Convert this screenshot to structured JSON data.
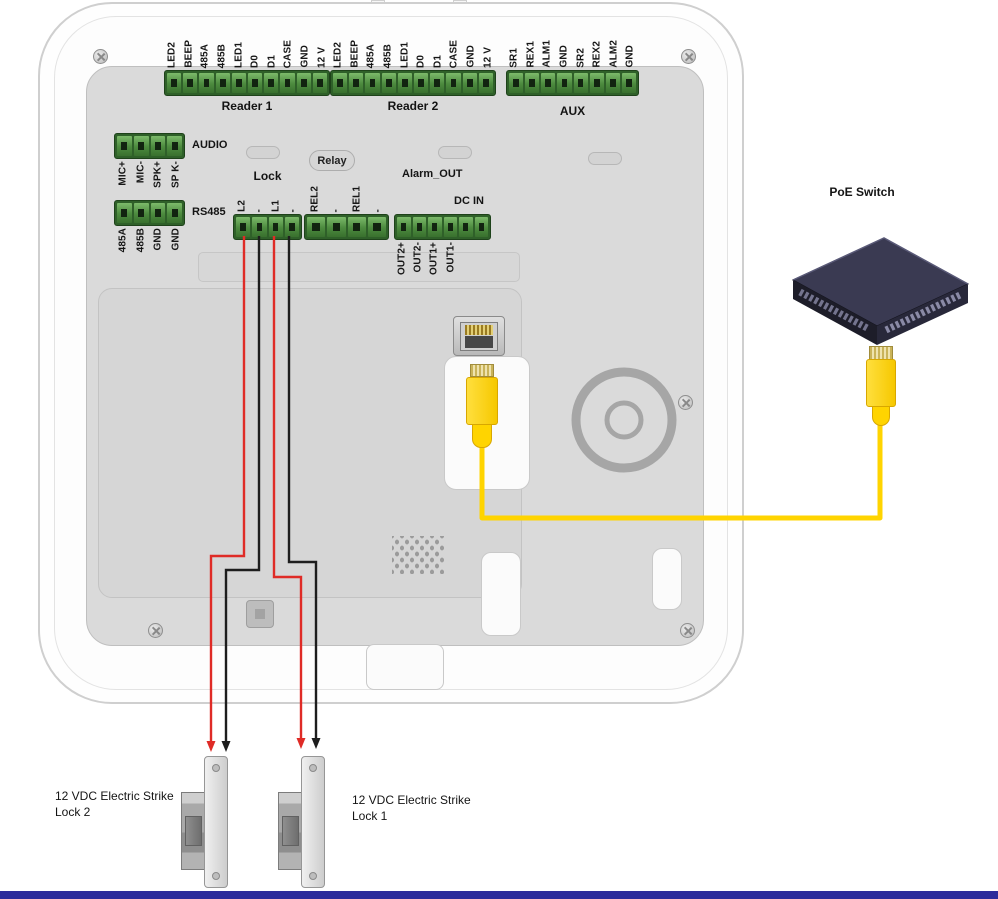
{
  "panel": {
    "reader1": {
      "label": "Reader 1",
      "pins": [
        "LED2",
        "BEEP",
        "485A",
        "485B",
        "LED1",
        "D0",
        "D1",
        "CASE",
        "GND",
        "12 V"
      ]
    },
    "reader2": {
      "label": "Reader 2",
      "pins": [
        "LED2",
        "BEEP",
        "485A",
        "485B",
        "LED1",
        "D0",
        "D1",
        "CASE",
        "GND",
        "12 V"
      ]
    },
    "aux": {
      "label": "AUX",
      "pins": [
        "SR1",
        "REX1",
        "ALM1",
        "GND",
        "SR2",
        "REX2",
        "ALM2",
        "GND"
      ]
    },
    "audio": {
      "label": "AUDIO",
      "pins": [
        "MIC+",
        "MIC-",
        "SPK+",
        "SP K-"
      ]
    },
    "rs485": {
      "label": "RS485",
      "pins": [
        "485A",
        "485B",
        "GND",
        "GND"
      ]
    },
    "lock": {
      "label": "Lock",
      "pins": [
        "L2",
        "-",
        "L1",
        "-"
      ]
    },
    "relay": {
      "label": "Relay"
    },
    "alarm_out": {
      "label": "Alarm_OUT",
      "pins": [
        "REL2",
        "-",
        "REL1",
        "-"
      ]
    },
    "dc_in": {
      "label": "DC IN",
      "out_pins": [
        "OUT2+",
        "OUT2-",
        "OUT1+",
        "OUT1-"
      ]
    }
  },
  "network": {
    "poe_switch_label": "PoE Switch"
  },
  "locks": {
    "strike2": {
      "line1": "12 VDC Electric Strike",
      "line2": "Lock 2"
    },
    "strike1": {
      "line1": "12 VDC Electric Strike",
      "line2": "Lock 1"
    }
  },
  "colors": {
    "wire_red": "#df2b26",
    "wire_black": "#1d1d1d",
    "cable_yellow": "#ffd400",
    "terminal_green": "#3c7a33",
    "switch_front": "#1d1d29",
    "switch_top": "#3a3a52",
    "footer_bar": "#2b2b9b"
  }
}
